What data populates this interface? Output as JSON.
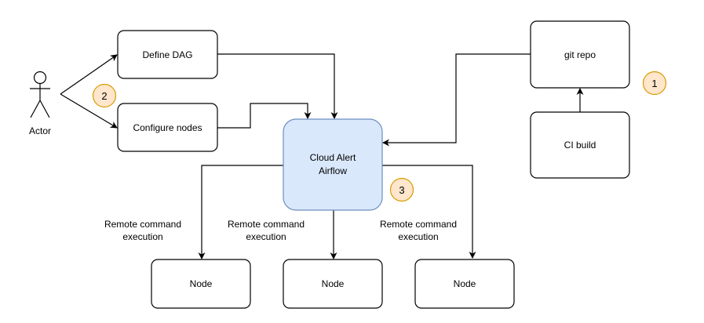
{
  "actor": {
    "label": "Actor"
  },
  "boxes": {
    "define_dag": "Define DAG",
    "configure_nodes": "Configure nodes",
    "airflow": [
      "Cloud Alert",
      "Airflow"
    ],
    "git_repo": "git repo",
    "ci_build": "CI build",
    "nodes": [
      "Node",
      "Node",
      "Node"
    ]
  },
  "edge_labels": [
    [
      "Remote command",
      "execution"
    ],
    [
      "Remote command",
      "execution"
    ],
    [
      "Remote command",
      "execution"
    ]
  ],
  "badges": [
    "1",
    "2",
    "3"
  ],
  "colors": {
    "airflow_fill": "#dae8fc",
    "airflow_stroke": "#6c8ebf",
    "badge_fill": "#ffe6cc",
    "badge_stroke": "#d79b00"
  }
}
